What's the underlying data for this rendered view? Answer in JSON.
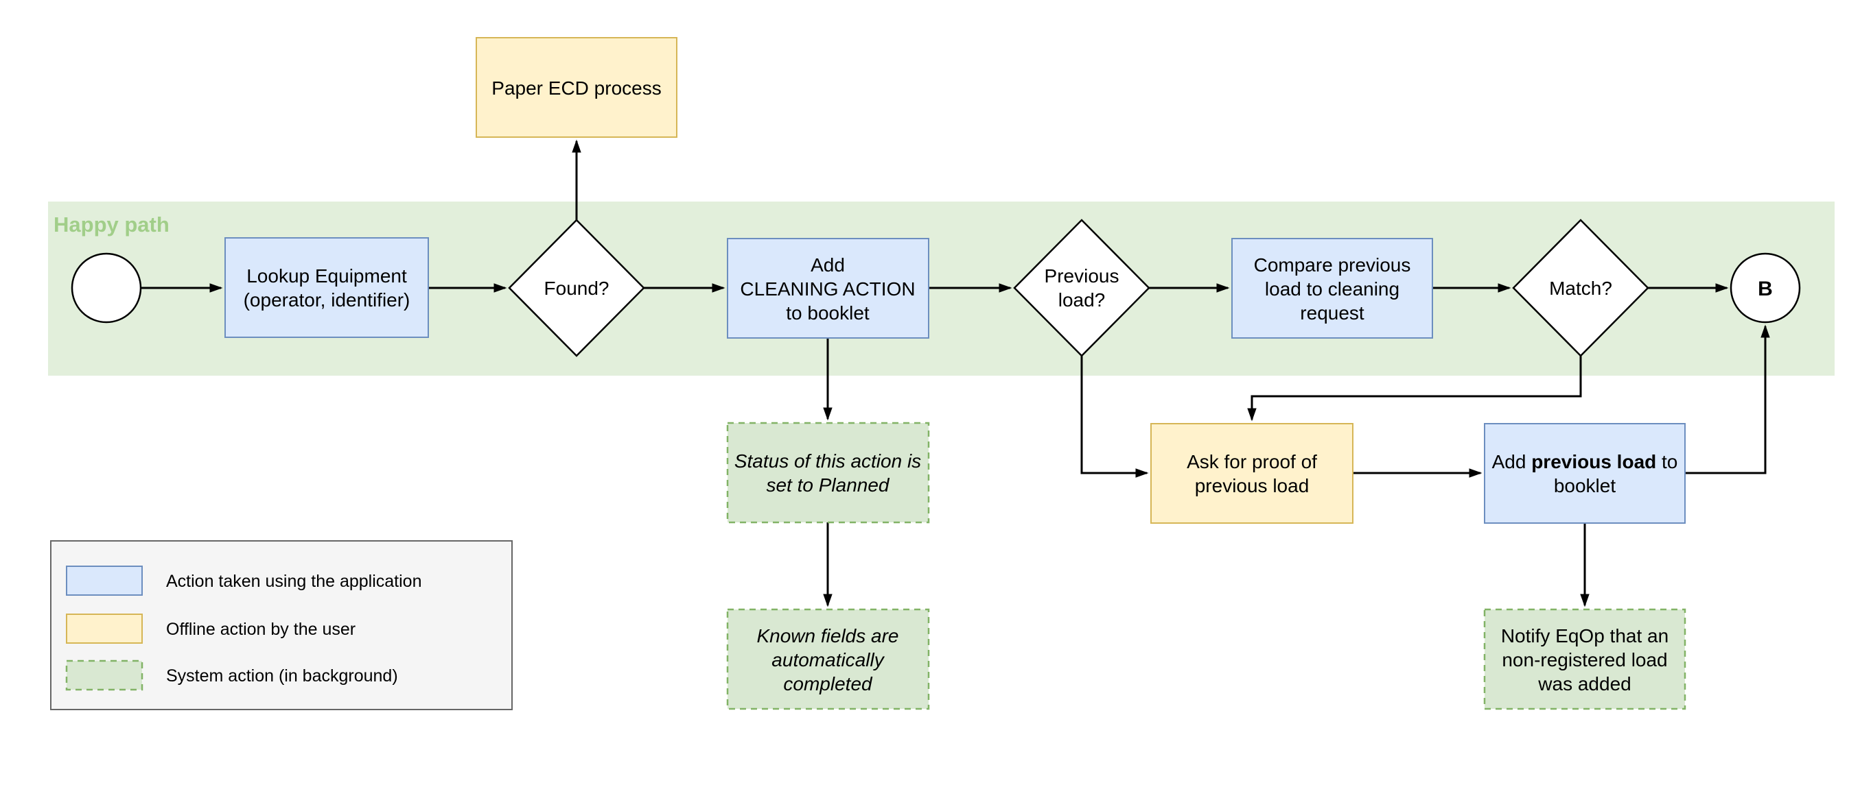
{
  "band": {
    "label": "Happy path"
  },
  "nodes": {
    "paper_ecd": {
      "text": "Paper ECD process"
    },
    "lookup": {
      "lines": [
        "Lookup Equipment",
        "(operator, identifier)"
      ]
    },
    "found": {
      "label": "Found?"
    },
    "add_cleaning": {
      "lines": [
        "Add",
        "CLEANING ACTION",
        "to booklet"
      ]
    },
    "previous_load": {
      "lines": [
        "Previous",
        "load?"
      ]
    },
    "compare": {
      "lines": [
        "Compare previous",
        "load to cleaning",
        "request"
      ]
    },
    "match": {
      "label": "Match?"
    },
    "end_connector": {
      "label": "B"
    },
    "status_planned": {
      "lines": [
        "Status of this action is",
        "set to Planned"
      ]
    },
    "known_fields": {
      "lines": [
        "Known fields are",
        "automatically",
        "completed"
      ]
    },
    "ask_proof": {
      "lines": [
        "Ask for proof of",
        "previous load"
      ]
    },
    "add_previous": {
      "line1": [
        "Add ",
        "previous load",
        " to"
      ],
      "line2": "booklet"
    },
    "notify_eqop": {
      "lines": [
        "Notify EqOp that an",
        "non-registered load",
        "was added"
      ]
    }
  },
  "legend": {
    "items": [
      {
        "label": "Action taken using the application"
      },
      {
        "label": "Offline action by the user"
      },
      {
        "label": "System action (in background)"
      }
    ]
  },
  "colors": {
    "app_action_fill": "#dae8fc",
    "app_action_stroke": "#6c8ebf",
    "offline_action_fill": "#fff2cc",
    "offline_action_stroke": "#d6b656",
    "system_action_fill": "#d9e8d2",
    "system_action_stroke": "#82b366",
    "band_fill": "#e2efdb",
    "band_label": "#a1ce89",
    "legend_fill": "#f5f5f5",
    "legend_stroke": "#666666",
    "connector": "#000000"
  }
}
